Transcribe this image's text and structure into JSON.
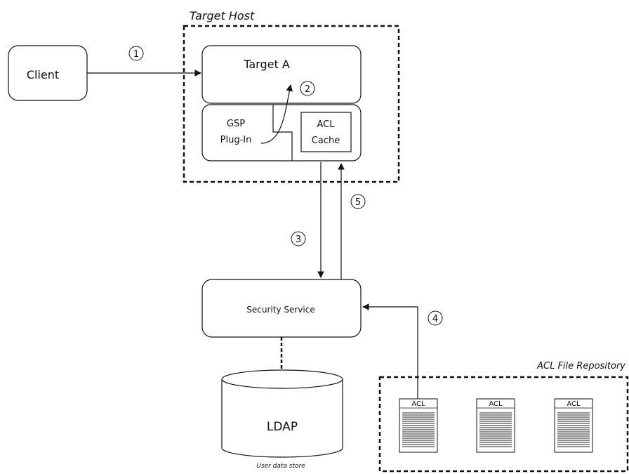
{
  "target_host": {
    "title": "Target Host"
  },
  "client": {
    "label": "Client"
  },
  "target_a": {
    "label": "Target A"
  },
  "gsp_plugin": {
    "line1": "GSP",
    "line2": "Plug-In"
  },
  "acl_cache": {
    "line1": "ACL",
    "line2": "Cache"
  },
  "security_service": {
    "label": "Security Service"
  },
  "ldap": {
    "label": "LDAP",
    "caption": "User data store"
  },
  "acl_repository": {
    "title": "ACL File Repository",
    "files": [
      {
        "label": "ACL"
      },
      {
        "label": "ACL"
      },
      {
        "label": "ACL"
      }
    ]
  },
  "steps": {
    "s1": "1",
    "s2": "2",
    "s3": "3",
    "s4": "4",
    "s5": "5"
  }
}
